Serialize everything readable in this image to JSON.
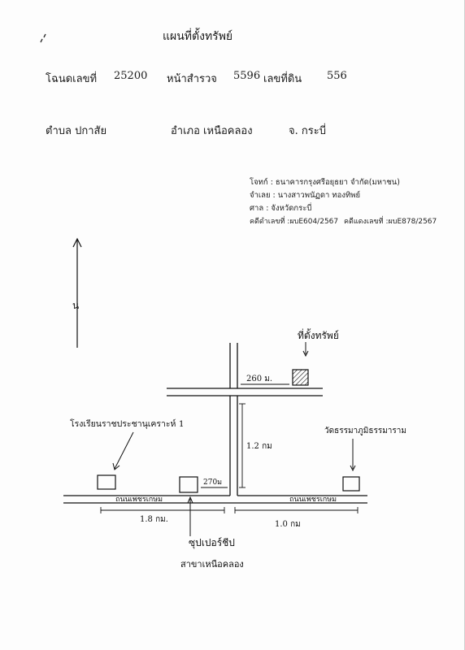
{
  "header": {
    "title": "แผนที่ตั้งทรัพย์",
    "deed_label": "โฉนดเลขที่",
    "deed_no": "25200",
    "page_label": "หน้าสำรวจ",
    "page_no": "5596",
    "land_label": "เลขที่ดิน",
    "land_no": "556",
    "subdistrict": "ตำบล ปกาสัย",
    "district": "อำเภอ เหนือคลอง",
    "province": "จ. กระบี่"
  },
  "case_info": {
    "plaintiff": "โจทก์ : ธนาคารกรุงศรีอยุธยา จำกัด(มหาชน)",
    "defendant": "จำเลย : นางสาวพนัฏดา ทองทิพย์",
    "court": "ศาล : จังหวัดกระบี่",
    "black_case": "คดีดำเลขที่ :ผบE604/2567",
    "red_case": "คดีแดงเลขที่ :ผบE878/2567"
  },
  "map": {
    "north_label": "น",
    "property_label": "ที่ตั้งทรัพย์",
    "dist_property": "260 ม.",
    "dist_side_road": "1.2 กม",
    "school_label": "โรงเรียนราชประชานุเคราะห์ 1",
    "temple_label": "วัดธรรมาภูมิธรรมาราม",
    "road_left": "ถนนเพชรเกษม",
    "road_right": "ถนนเพชรเกษม",
    "dist_store": "270ม",
    "dist_left": "1.8 กม.",
    "dist_right": "1.0 กม",
    "store_label": "ซุปเปอร์ชีป",
    "store_branch": "สาขาเหนือคลอง"
  }
}
